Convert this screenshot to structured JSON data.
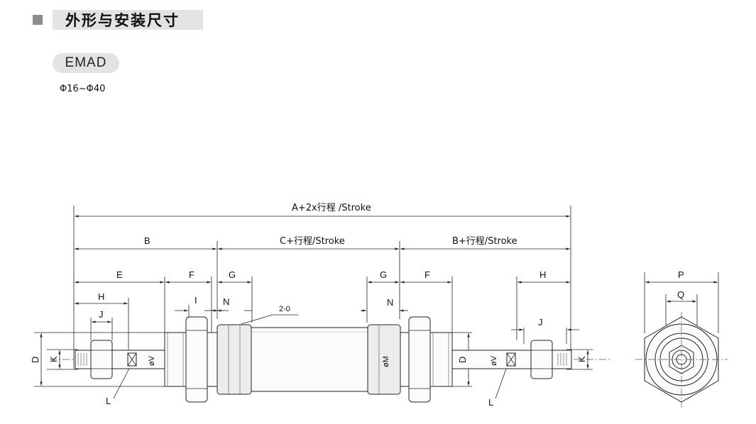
{
  "section": {
    "title": "外形与安装尺寸"
  },
  "model": {
    "name": "EMAD",
    "bore_range": "Φ16~Φ40"
  },
  "dimensions": {
    "overall": "A+2x行程 /Stroke",
    "b": "B",
    "c_stroke": "C+行程/Stroke",
    "b_stroke": "B+行程/Stroke",
    "e": "E",
    "f": "F",
    "g": "G",
    "h": "H",
    "i": "I",
    "j": "J",
    "n": "N",
    "d": "D",
    "k": "K",
    "v": "øV",
    "m": "øM",
    "l": "L",
    "o_callout": "2-0",
    "p": "P",
    "q": "Q"
  }
}
